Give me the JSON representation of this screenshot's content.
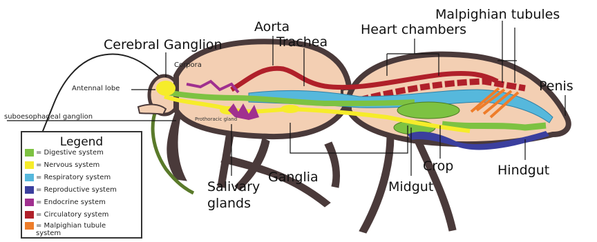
{
  "labels": {
    "aorta": "Aorta",
    "trachea": "Trachea",
    "heart_chambers": "Heart chambers",
    "malpighian_tubules": "Malpighian tubules",
    "cerebral_ganglion": "Cerebral Ganglion",
    "corpora": "Corpora",
    "antennal_lobe": "Antennal lobe",
    "subesophageal_ganglion": "suboesophageal ganglion",
    "prothoracic_gland": "Prothoracic gland",
    "penis": "Penis",
    "crop": "Crop",
    "hindgut": "Hindgut",
    "ganglia": "Ganglia",
    "midgut": "Midgut",
    "salivary_glands_1": "Salivary",
    "salivary_glands_2": "glands"
  },
  "legend": {
    "title": "Legend",
    "items": [
      {
        "label": "= Digestive system",
        "color": "#7dc242"
      },
      {
        "label": "= Nervous system",
        "color": "#f6ec2a"
      },
      {
        "label": "= Respiratory system",
        "color": "#56b8dc"
      },
      {
        "label": "= Reproductive system",
        "color": "#3b3f9e"
      },
      {
        "label": "= Endocrine system",
        "color": "#a0308f"
      },
      {
        "label": "= Circulatory system",
        "color": "#b0202a"
      },
      {
        "label": "= Malpighian tubule system",
        "color": "#ee7d2a"
      }
    ]
  },
  "colors": {
    "body_fill": "#f3cfb3",
    "outline": "#4a3a3a",
    "digestive": "#7dc242",
    "nervous": "#f6ec2a",
    "respiratory": "#56b8dc",
    "reproductive": "#3b3f9e",
    "endocrine": "#a0308f",
    "circulatory": "#b0202a",
    "malpighian": "#ee7d2a"
  }
}
